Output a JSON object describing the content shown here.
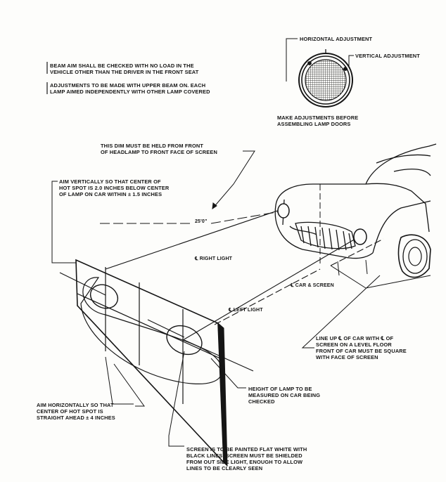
{
  "notes": {
    "beam_aim": [
      "BEAM AIM SHALL BE CHECKED WITH NO LOAD IN THE",
      "VEHICLE OTHER THAN THE DRIVER IN THE FRONT SEAT"
    ],
    "upper_beam": [
      "ADJUSTMENTS TO BE MADE WITH UPPER BEAM ON.  EACH",
      "LAMP AIMED INDEPENDENTLY WITH OTHER LAMP COVERED"
    ],
    "before_doors": [
      "MAKE ADJUSTMENTS BEFORE",
      "ASSEMBLING LAMP DOORS"
    ],
    "dimension": [
      "THIS DIM MUST BE HELD FROM FRONT",
      "OF HEADLAMP TO FRONT FACE OF SCREEN"
    ],
    "aim_vertical": [
      "AIM VERTICALLY SO THAT CENTER OF",
      "HOT SPOT IS 2.0 INCHES BELOW CENTER",
      "OF LAMP ON CAR WITHIN ± 1.5 INCHES"
    ],
    "line_up": [
      "LINE UP ℄ OF CAR WITH ℄ OF",
      "SCREEN ON A LEVEL FLOOR",
      "FRONT OF CAR MUST BE SQUARE",
      "WITH FACE OF SCREEN"
    ],
    "height": [
      "HEIGHT OF LAMP TO BE",
      "MEASURED ON CAR BEING",
      "CHECKED"
    ],
    "aim_horizontal": [
      "AIM HORIZONTALLY SO THAT",
      "CENTER OF HOT SPOT IS",
      "STRAIGHT AHEAD ± 4 INCHES"
    ],
    "screen": [
      "SCREEN IS TO BE PAINTED FLAT WHITE WITH",
      "BLACK LINES.  SCREEN MUST BE SHIELDED",
      "FROM OUT SIDE LIGHT, ENOUGH TO ALLOW",
      "LINES TO BE CLEARLY SEEN"
    ]
  },
  "lamp_labels": {
    "horizontal": "HORIZONTAL ADJUSTMENT",
    "vertical": "VERTICAL ADJUSTMENT"
  },
  "lines": {
    "distance": "25'0\"",
    "right_light": "℄ RIGHT LIGHT",
    "left_light": "℄ LEFT LIGHT",
    "car_screen": "℄ CAR & SCREEN"
  },
  "colors": {
    "ink": "#151515",
    "paper": "#fdfdfb"
  }
}
